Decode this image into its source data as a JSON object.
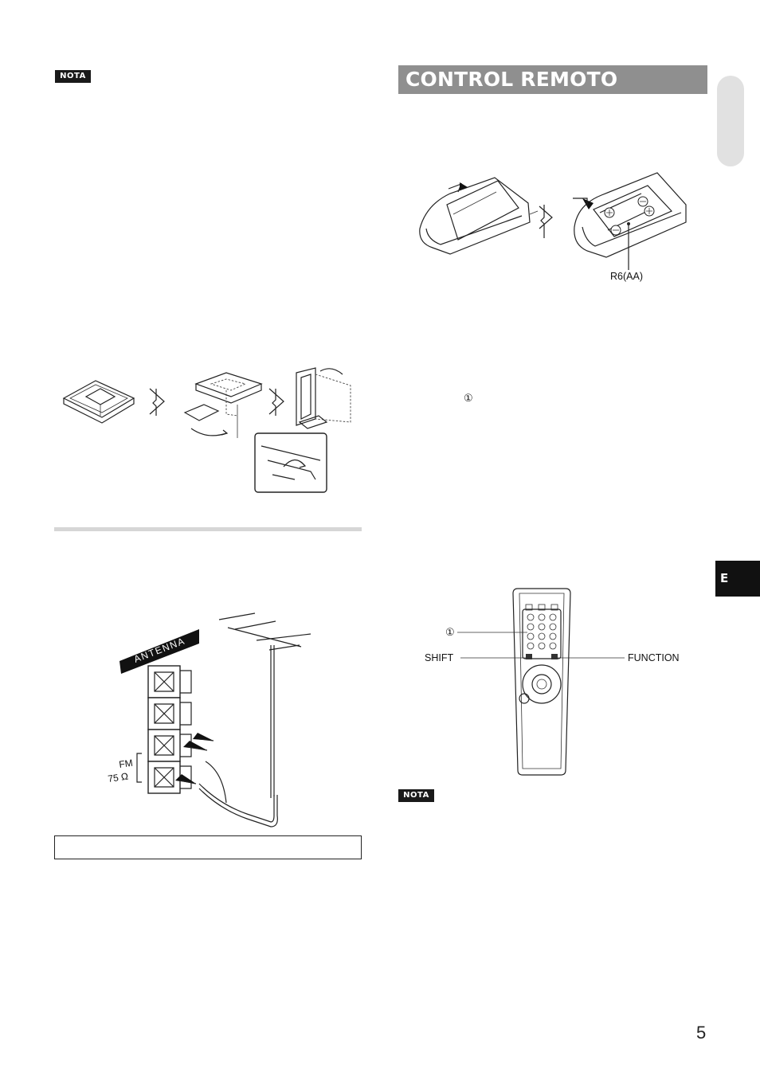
{
  "left_column": {
    "nota_badge": "NOTA"
  },
  "remote_section": {
    "title": "CONTROL REMOTO",
    "battery_label": "R6(AA)",
    "circled_one": "①",
    "callout_one": "①",
    "shift_label": "SHIFT",
    "function_label": "FUNCTION",
    "nota_badge": "NOTA"
  },
  "antenna_figure": {
    "banner_label": "ANTENNA",
    "terminal_label_fm": "FM",
    "terminal_label_ohm": "75 Ω"
  },
  "side_tab": {
    "language": "E"
  },
  "footer": {
    "page_number": "5"
  }
}
